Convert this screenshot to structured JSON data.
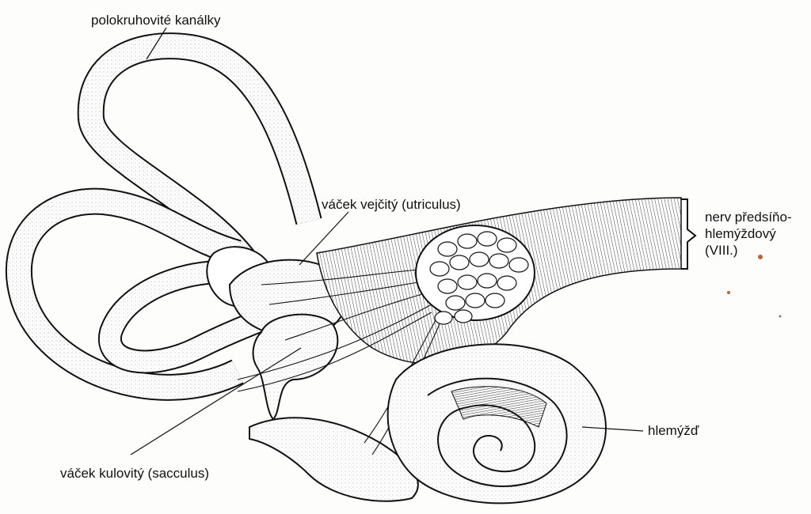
{
  "colors": {
    "background": "#fdfdfb",
    "ink": "#111111"
  },
  "labels": {
    "semicircular_canals": "polokruhovité kanálky",
    "utricle": "váček vejčitý (utriculus)",
    "saccule": "váček kulovitý (sacculus)",
    "vestibulocochlear_nerve_line1": "nerv předsíňo-",
    "vestibulocochlear_nerve_line2": "hlemýždový",
    "vestibulocochlear_nerve_line3": "(VIII.)",
    "cochlea": "hlemýžď"
  }
}
